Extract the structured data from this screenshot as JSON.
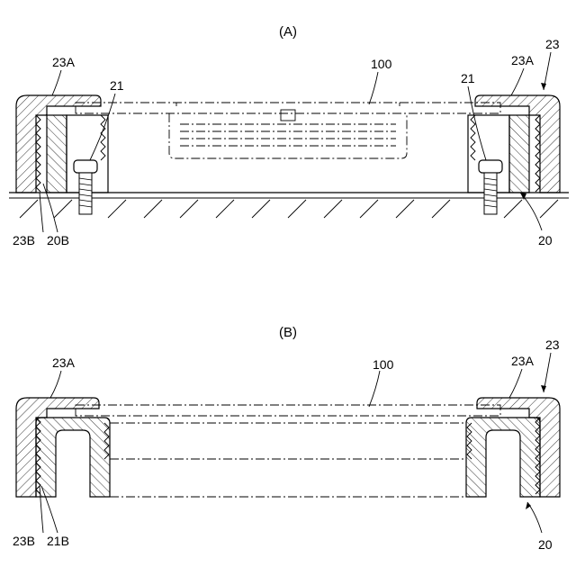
{
  "panel_a": {
    "caption": "(A)",
    "labels": {
      "cap_left": "23A",
      "cap_right": "23A",
      "cap_assembly": "23",
      "fastener_left": "21",
      "fastener_right": "21",
      "object": "100",
      "thread_cap": "23B",
      "thread_base": "20B",
      "base": "20"
    }
  },
  "panel_b": {
    "caption": "(B)",
    "labels": {
      "cap_left": "23A",
      "cap_right": "23A",
      "cap_assembly": "23",
      "object": "100",
      "thread_cap": "23B",
      "thread_base": "21B",
      "base": "20"
    }
  }
}
